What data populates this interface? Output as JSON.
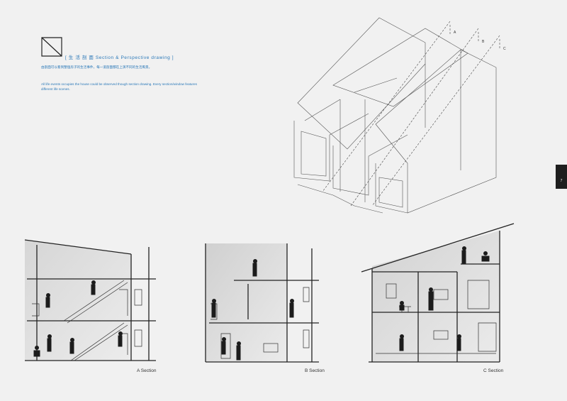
{
  "header": {
    "title": "[ 生 活 剖 面 Section & Perspective drawing ]",
    "desc_zh": "由剖面可以看到整個房子的生活事件，每一道剖面都在上演不同的生活風景。",
    "desc_en": "All life events occupies the house could be observed though section drawing. Every section/window features different life scenes."
  },
  "page_number": "7",
  "perspective_markers": [
    "A",
    "B",
    "C"
  ],
  "captions": {
    "a": "A Section",
    "b": "B Section",
    "c": "C Section"
  },
  "colors": {
    "accent": "#2a78b8",
    "ink": "#1c1c1c"
  }
}
